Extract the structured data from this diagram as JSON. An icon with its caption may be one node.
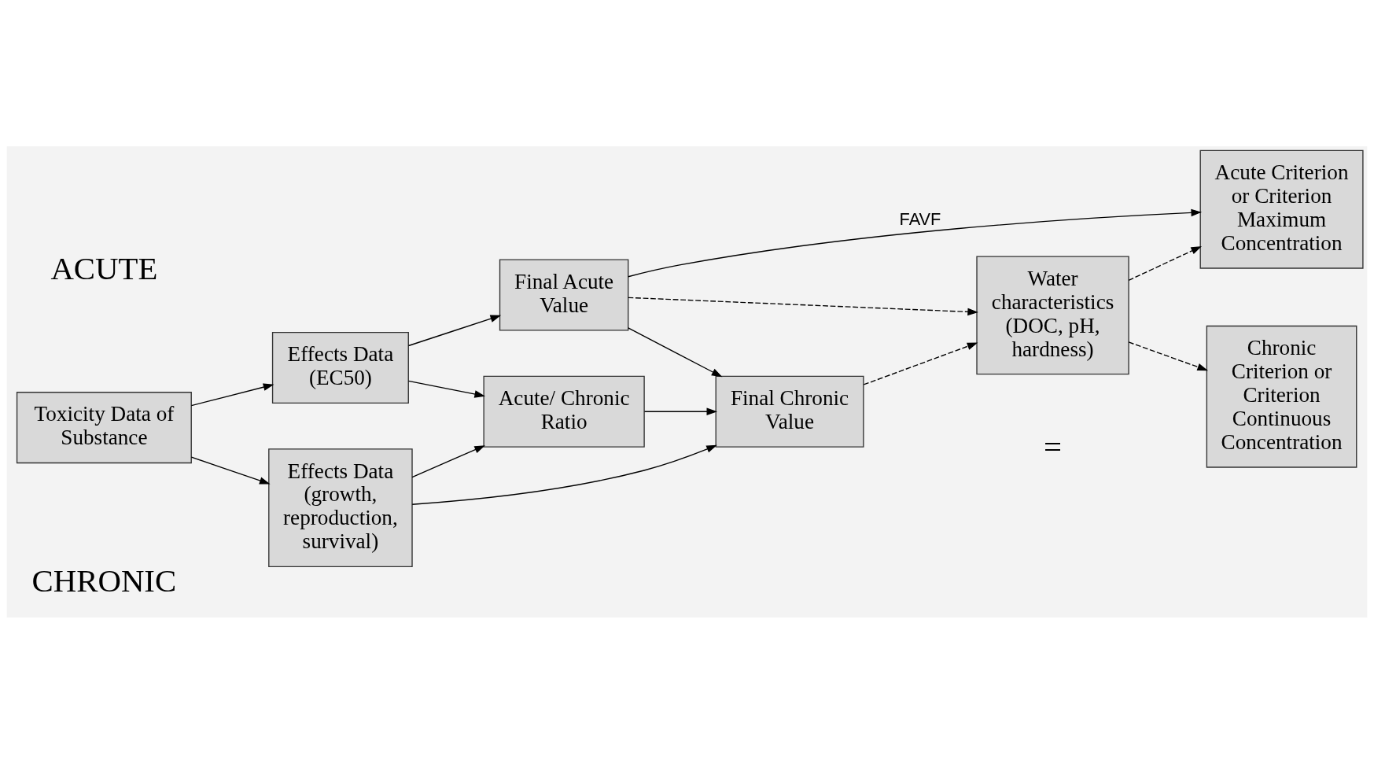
{
  "diagram": {
    "nodes": [
      {
        "text": [
          "Toxicity Data of Substance"
        ]
      },
      {
        "text": [
          "Effects Data (EC50)"
        ]
      },
      {
        "text": [
          "Final Acute Value"
        ]
      },
      {
        "text": [
          "Acute Criterion or Criterion Maximum Concentration"
        ]
      },
      {
        "text": [
          "Acute/ Chronic Ratio"
        ]
      },
      {
        "text": [
          "Water characteristics (DOC, pH, hardness)"
        ]
      },
      {
        "text": [
          "Effects Data (growth, reproduction, survival)"
        ]
      },
      {
        "text": [
          "Final Chronic Value"
        ]
      },
      {
        "text": [
          "Chronic Criterion or Criterion Continuous Concentration"
        ]
      }
    ],
    "edges": [
      {
        "from": 0,
        "to": 1,
        "arrow": "to"
      },
      {
        "from": 0,
        "to": 6,
        "arrow": "to"
      },
      {
        "from": 1,
        "to": 2,
        "arrow": "to"
      },
      {
        "from": 2,
        "to": 3,
        "arrow": "to",
        "label": "FAVF"
      },
      {
        "from": 1,
        "to": 4,
        "arrow": "to"
      },
      {
        "from": 6,
        "to": 4,
        "arrow": "to"
      },
      {
        "from": 2,
        "to": 7,
        "arrow": "to"
      },
      {
        "from": 4,
        "to": 7,
        "arrow": "to"
      },
      {
        "from": 6,
        "to": 7,
        "arrow": "to"
      },
      {
        "from": 2,
        "to": 5,
        "arrow": "to",
        "style": "dashed"
      },
      {
        "from": 7,
        "to": 5,
        "arrow": "to",
        "style": "dashed"
      },
      {
        "from": 5,
        "to": 3,
        "arrow": "to",
        "style": "dashed"
      },
      {
        "from": 5,
        "to": 8,
        "arrow": "to",
        "style": "dashed"
      }
    ],
    "labels": [
      "ACUTE",
      "CHRONIC",
      "="
    ]
  }
}
